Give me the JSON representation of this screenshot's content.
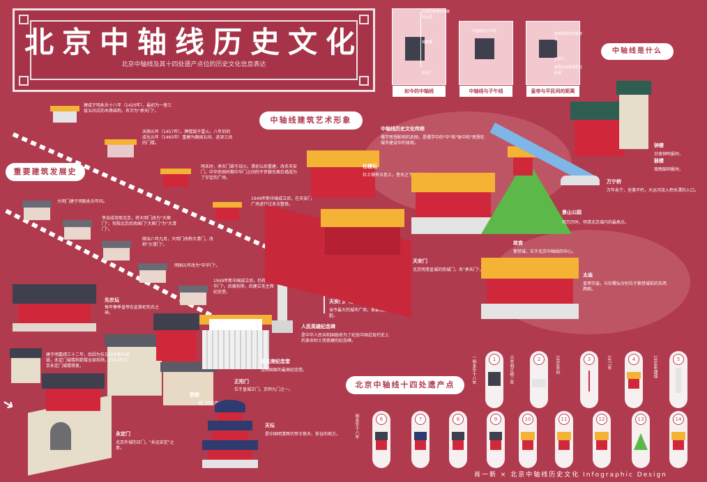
{
  "title": "北京中轴线历史文化",
  "subtitle": "北京中轴线及其十四处遗产点位的历史文化信息表达",
  "sections": {
    "what_is": "中轴线是什么",
    "art_form": "中轴线建筑艺术形象",
    "history": "重要建筑发展史",
    "heritage": "北京中轴线十四处遗产点"
  },
  "panels": [
    {
      "label": "如今的中轴线",
      "lines": [
        "北延至奥林匹克森林公园",
        "钟鼓楼",
        "永定门"
      ]
    },
    {
      "label": "中轴线与子午线",
      "lines": [
        "中轴线与子午线"
      ]
    },
    {
      "label": "皇帝与平民间的距离",
      "lines": [
        "皇帝所居住的紫禁城",
        "正阳门",
        "底层社会百姓居住区域"
      ]
    }
  ],
  "history_notes": [
    "建成于明永乐十八年（1420年），最初为一座三层五间式的木质结构，名字为\"承天门\"。",
    "天顺元年（1457年），牌楼毁于雷火。八年后的成化元年（1465年）重建为面阔五间、进深三间的门楼。",
    "明末时，承天门毁于战火。清初以后重建，改名天安门，中华民国时期中华门之间的干步廊东面白墙成为了宇定的广场。",
    "1949年新中国成立后，在天安门广场进行过多次整修。",
    "大明门建于明朝永乐年间。",
    "李自成攻取北京，将大明门改为\"大顺门\"，攻陷北京后改国门\"大顺门\"为\"大清门\"。",
    "顺治八年九月，大明门改称大清门，改称\"大清门\"。",
    "明国元年改为\"中华门\"。",
    "1949年新中国成立后，仍称\"中华门\"，后被拆除，后建立毛主席纪念堂。",
    "每年春季皇帝在此祭祀先农之神。",
    "建于明嘉靖三十二年，后因为抗日战争期间被毁，永定门城楼和箭楼全部拆除。2004年北京永定门城楼修复。"
  ],
  "art_notes": {
    "tradition_title": "中轴线历史文化传统",
    "tradition": "儒学思想影响的反映，是儒学中的\"中\"和\"致中和\"思想在城市建设中的体现。",
    "shejitan": "社稷坛",
    "shejitan_note": "社土铺有五色土，皆天之下，皆在王土。",
    "gugong": "故宫",
    "gugong_note": "紫禁城，位于北京中轴线的中心。",
    "taimiao": "太庙",
    "taimiao_note": "皇帝宗庙，与社稷坛分别位于紫禁城前的东西两侧。",
    "tiananmen": "天安门",
    "tiananmen_note": "北京明清皇城的南城门，名\"承天门\"。",
    "guangchang": "天安门广场",
    "guangchang_note": "当今最大的城市广场，首都北京的心脏。",
    "monument": "人民英雄纪念碑",
    "monument_note": "是中华人民共和国政府为了纪念中国近现代史上的革命烈士而修建的纪念碑。",
    "mausoleum": "毛主席纪念堂",
    "mausoleum_note": "党和国家的最高纪念堂。",
    "zhengyang": "正阳门",
    "zhengyang_note": "位于皇城正门，京师九门之一。",
    "jianlou": "箭楼",
    "jianlou_note": "城门的防御性建筑。",
    "tiantan": "天坛",
    "tiantan_note": "是中国明清两代帝王祭天、祈谷的地方。",
    "yongding": "永定门",
    "yongding_note": "北京外城的正门，\"永远安定\"之意。",
    "xiannong": "先农坛",
    "zhonglou": "钟楼",
    "zhonglou_note": "日夜钟鸣报时。",
    "gulou": "鼓楼",
    "gulou_note": "夜晚鼓响报时。",
    "wanning": "万宁桥",
    "wanning_note": "万年永宁，坐落不朽，大运河流入积水潭的入口。",
    "jingshan": "景山公园",
    "jingshan_note": "明万历时，明清北京城内的最高点。"
  },
  "heritage_items": [
    {
      "num": "1",
      "text": "一明永乐十八年"
    },
    {
      "num": "2",
      "text": "元年明正统二年"
    },
    {
      "num": "3",
      "text": "1950年后"
    },
    {
      "num": "4",
      "text": "1977年"
    },
    {
      "num": "5",
      "text": "1958年建成"
    },
    {
      "num": "6",
      "text": "明永乐十八年"
    },
    {
      "num": "7",
      "text": ""
    },
    {
      "num": "8",
      "text": ""
    },
    {
      "num": "9",
      "text": ""
    },
    {
      "num": "10",
      "text": ""
    },
    {
      "num": "11",
      "text": ""
    },
    {
      "num": "12",
      "text": ""
    },
    {
      "num": "13",
      "text": ""
    },
    {
      "num": "14",
      "text": ""
    }
  ],
  "credit": "肖一新 × 北京中轴线历史文化 Infographic Design",
  "colors": {
    "background": "#b03a4e",
    "roof": "#f5b335",
    "wall": "#d0283a",
    "light": "#f3c9d0"
  }
}
